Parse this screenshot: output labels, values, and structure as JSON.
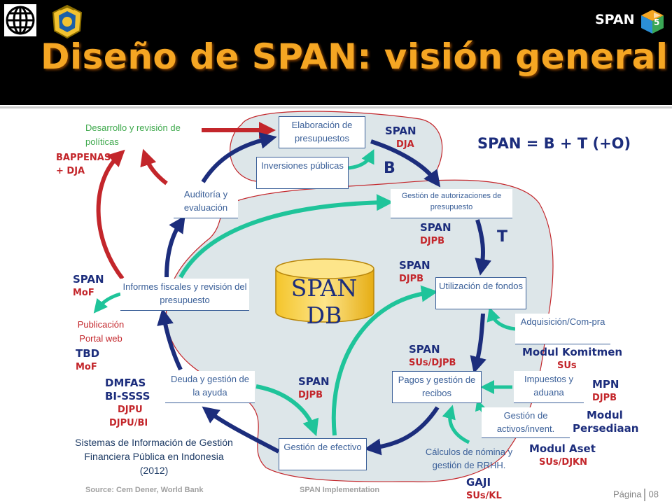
{
  "header": {
    "title": "Diseño de SPAN: visión general",
    "brand": "SPAN"
  },
  "formula": "SPAN = B + T (+O)",
  "regions": {
    "b": "B",
    "t": "T"
  },
  "database": "SPAN DB",
  "nodes": {
    "elaboracion": "Elaboración de presupuestos",
    "inversiones": "Inversiones públicas",
    "autorizaciones": "Gestión de autorizaciones de presupuesto",
    "utilizacion": "Utilización de fondos",
    "adquisicion": "Adquisición/Com-pra",
    "pagos": "Pagos y gestión de recibos",
    "impuestos": "Impuestos y aduana",
    "activos": "Gestión de activos/invent.",
    "nomina": "Cálculos de nómina y gestión de RRHH.",
    "efectivo": "Gestión de efectivo",
    "deuda": "Deuda y gestión de la ayuda",
    "informes": "Informes fiscales y revisión del presupuesto",
    "auditoria": "Auditoría y evaluación",
    "desarrollo": "Desarrollo y revisión de políticas",
    "publicacion": "Publicación Portal web"
  },
  "labels": {
    "span_dja": {
      "a": "SPAN",
      "b": "DJA"
    },
    "span_djpb_1": {
      "a": "SPAN",
      "b": "DJPB"
    },
    "span_djpb_2": {
      "a": "SPAN",
      "b": "DJPB"
    },
    "span_sus_djpb": {
      "a": "SPAN",
      "b": "SUs/DJPB"
    },
    "span_djpb_3": {
      "a": "SPAN",
      "b": "DJPB"
    },
    "span_mof": {
      "a": "SPAN",
      "b": "MoF"
    },
    "tbd_mof": {
      "a": "TBD",
      "b": "MoF"
    },
    "dmfas": {
      "a": "DMFAS",
      "a2": "BI-SSSS",
      "b": "DJPU",
      "b2": "DJPU/BI"
    },
    "bappenas": {
      "a": "BAPPENAS",
      "b": "+ DJA"
    },
    "modul_komitmen": {
      "a": "Modul Komitmen",
      "b": "SUs"
    },
    "mpn": {
      "a": "MPN",
      "b": "DJPB"
    },
    "modul_persediaan": {
      "a": "Modul",
      "a2": "Persediaan"
    },
    "modul_aset": {
      "a": "Modul Aset",
      "b": "SUs/DJKN"
    },
    "gaji": {
      "a": "GAJI",
      "b": "SUs/KL"
    }
  },
  "sysinfo": "Sistemas de Información de Gestión Financiera Pública en Indonesia (2012)",
  "footer": {
    "source": "Source: Cem Dener, World Bank",
    "center": "SPAN Implementation",
    "page_label": "Página",
    "page_number": "08"
  },
  "colors": {
    "navy": "#1c2d7c",
    "red": "#c3262b",
    "green": "#1fc49a",
    "orange": "#f5a623",
    "region": "#dde6e9"
  }
}
